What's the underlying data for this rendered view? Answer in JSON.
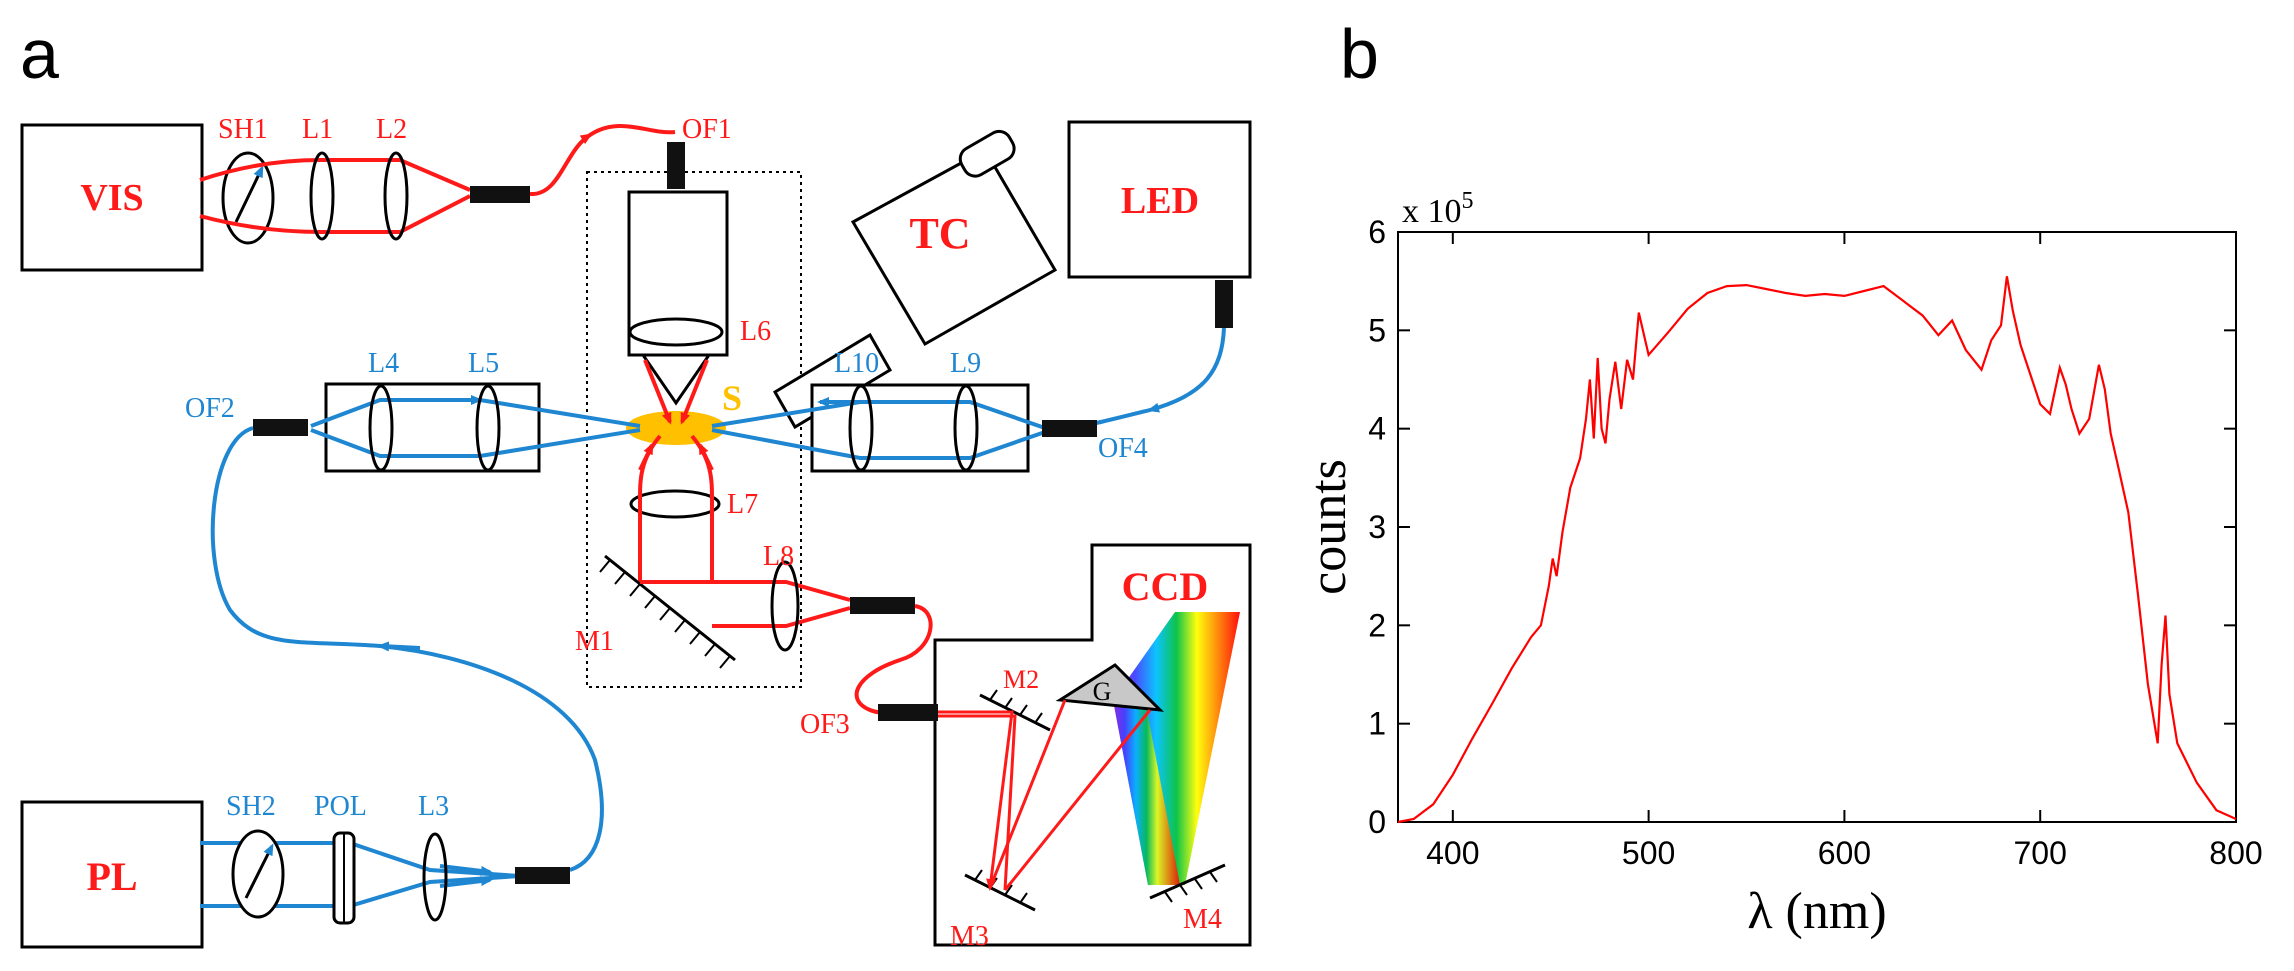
{
  "panels": {
    "a": "a",
    "b": "b"
  },
  "diagram": {
    "boxes": {
      "vis": "VIS",
      "led": "LED",
      "pl": "PL",
      "tc": "TC",
      "ccd": "CCD"
    },
    "labels": {
      "sh1": "SH1",
      "l1": "L1",
      "l2": "L2",
      "of1": "OF1",
      "l6": "L6",
      "s": "S",
      "l4": "L4",
      "l5": "L5",
      "of2": "OF2",
      "l10": "L10",
      "l9": "L9",
      "of4": "OF4",
      "l7": "L7",
      "l8": "L8",
      "m1": "M1",
      "of3": "OF3",
      "m2": "M2",
      "g": "G",
      "m3": "M3",
      "m4": "M4",
      "sh2": "SH2",
      "pol": "POL",
      "l3": "L3"
    },
    "colors": {
      "excitation": "#ff1a1a",
      "illumination": "#1f86d1",
      "sample": "#ffc000"
    }
  },
  "chart_data": {
    "type": "line",
    "title": "",
    "xlabel": "λ (nm)",
    "ylabel": "counts",
    "scale_label": "x 10",
    "scale_exp": "5",
    "xlim": [
      372,
      800
    ],
    "ylim": [
      0,
      6
    ],
    "xticks": [
      400,
      500,
      600,
      700,
      800
    ],
    "yticks": [
      0,
      1,
      2,
      3,
      4,
      5,
      6
    ],
    "color": "#ff0000",
    "series": [
      {
        "x": [
          372,
          380,
          390,
          400,
          410,
          420,
          430,
          440,
          445,
          449,
          451,
          453,
          456,
          460,
          465,
          468,
          470,
          472,
          474,
          476,
          478,
          480,
          483,
          486,
          489,
          492,
          495,
          500,
          510,
          520,
          530,
          540,
          550,
          560,
          570,
          580,
          590,
          600,
          610,
          620,
          630,
          640,
          648,
          655,
          662,
          670,
          675,
          680,
          683,
          686,
          690,
          695,
          700,
          705,
          710,
          713,
          716,
          720,
          725,
          730,
          733,
          736,
          740,
          745,
          750,
          755,
          760,
          762,
          764,
          766,
          770,
          780,
          790,
          800
        ],
        "y": [
          0.0,
          0.03,
          0.18,
          0.48,
          0.85,
          1.2,
          1.56,
          1.88,
          2.0,
          2.4,
          2.68,
          2.5,
          2.95,
          3.4,
          3.7,
          4.1,
          4.5,
          3.9,
          4.72,
          4.0,
          3.85,
          4.3,
          4.68,
          4.2,
          4.7,
          4.5,
          5.18,
          4.75,
          4.98,
          5.22,
          5.38,
          5.45,
          5.46,
          5.42,
          5.38,
          5.35,
          5.37,
          5.35,
          5.4,
          5.45,
          5.3,
          5.15,
          4.95,
          5.1,
          4.8,
          4.6,
          4.9,
          5.05,
          5.55,
          5.2,
          4.85,
          4.55,
          4.25,
          4.15,
          4.62,
          4.45,
          4.2,
          3.95,
          4.1,
          4.65,
          4.4,
          3.95,
          3.6,
          3.15,
          2.3,
          1.4,
          0.8,
          1.6,
          2.1,
          1.3,
          0.8,
          0.4,
          0.12,
          0.03
        ]
      }
    ]
  }
}
